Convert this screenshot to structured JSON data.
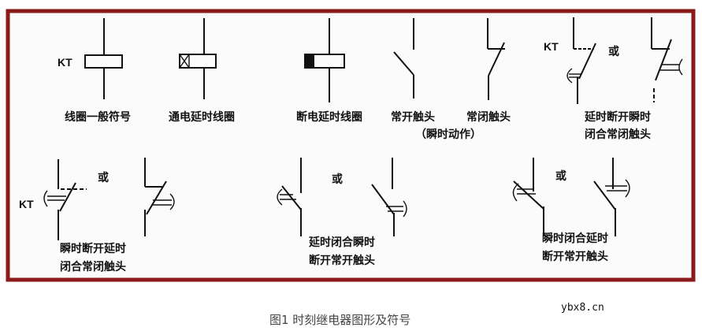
{
  "frame_color": "#8b1a1a",
  "symbols": {
    "coil_general": {
      "tag": "KT",
      "label": "线圈一般符号"
    },
    "coil_on_delay": {
      "label": "通电延时线圈"
    },
    "coil_off_delay": {
      "label": "断电延时线圈"
    },
    "no_contact": {
      "label": "常开触头",
      "note": "（瞬时动作）"
    },
    "nc_contact": {
      "label": "常闭触头"
    },
    "delay_open_nc": {
      "tag": "KT",
      "or": "或",
      "label_line1": "延时断开瞬时",
      "label_line2": "闭合常闭触头"
    },
    "inst_open_delay_close_nc": {
      "tag": "KT",
      "or": "或",
      "label_line1": "瞬时断开延时",
      "label_line2": "闭合常闭触头"
    },
    "delay_close_inst_open_no": {
      "or": "或",
      "label_line1": "延时闭合瞬时",
      "label_line2": "断开常开触头"
    },
    "inst_close_delay_open_no": {
      "or": "或",
      "label_line1": "瞬时闭合延时",
      "label_line2": "断开常开触头"
    }
  },
  "caption": "图1 时刻继电器图形及符号",
  "watermark": "ybx8.cn"
}
